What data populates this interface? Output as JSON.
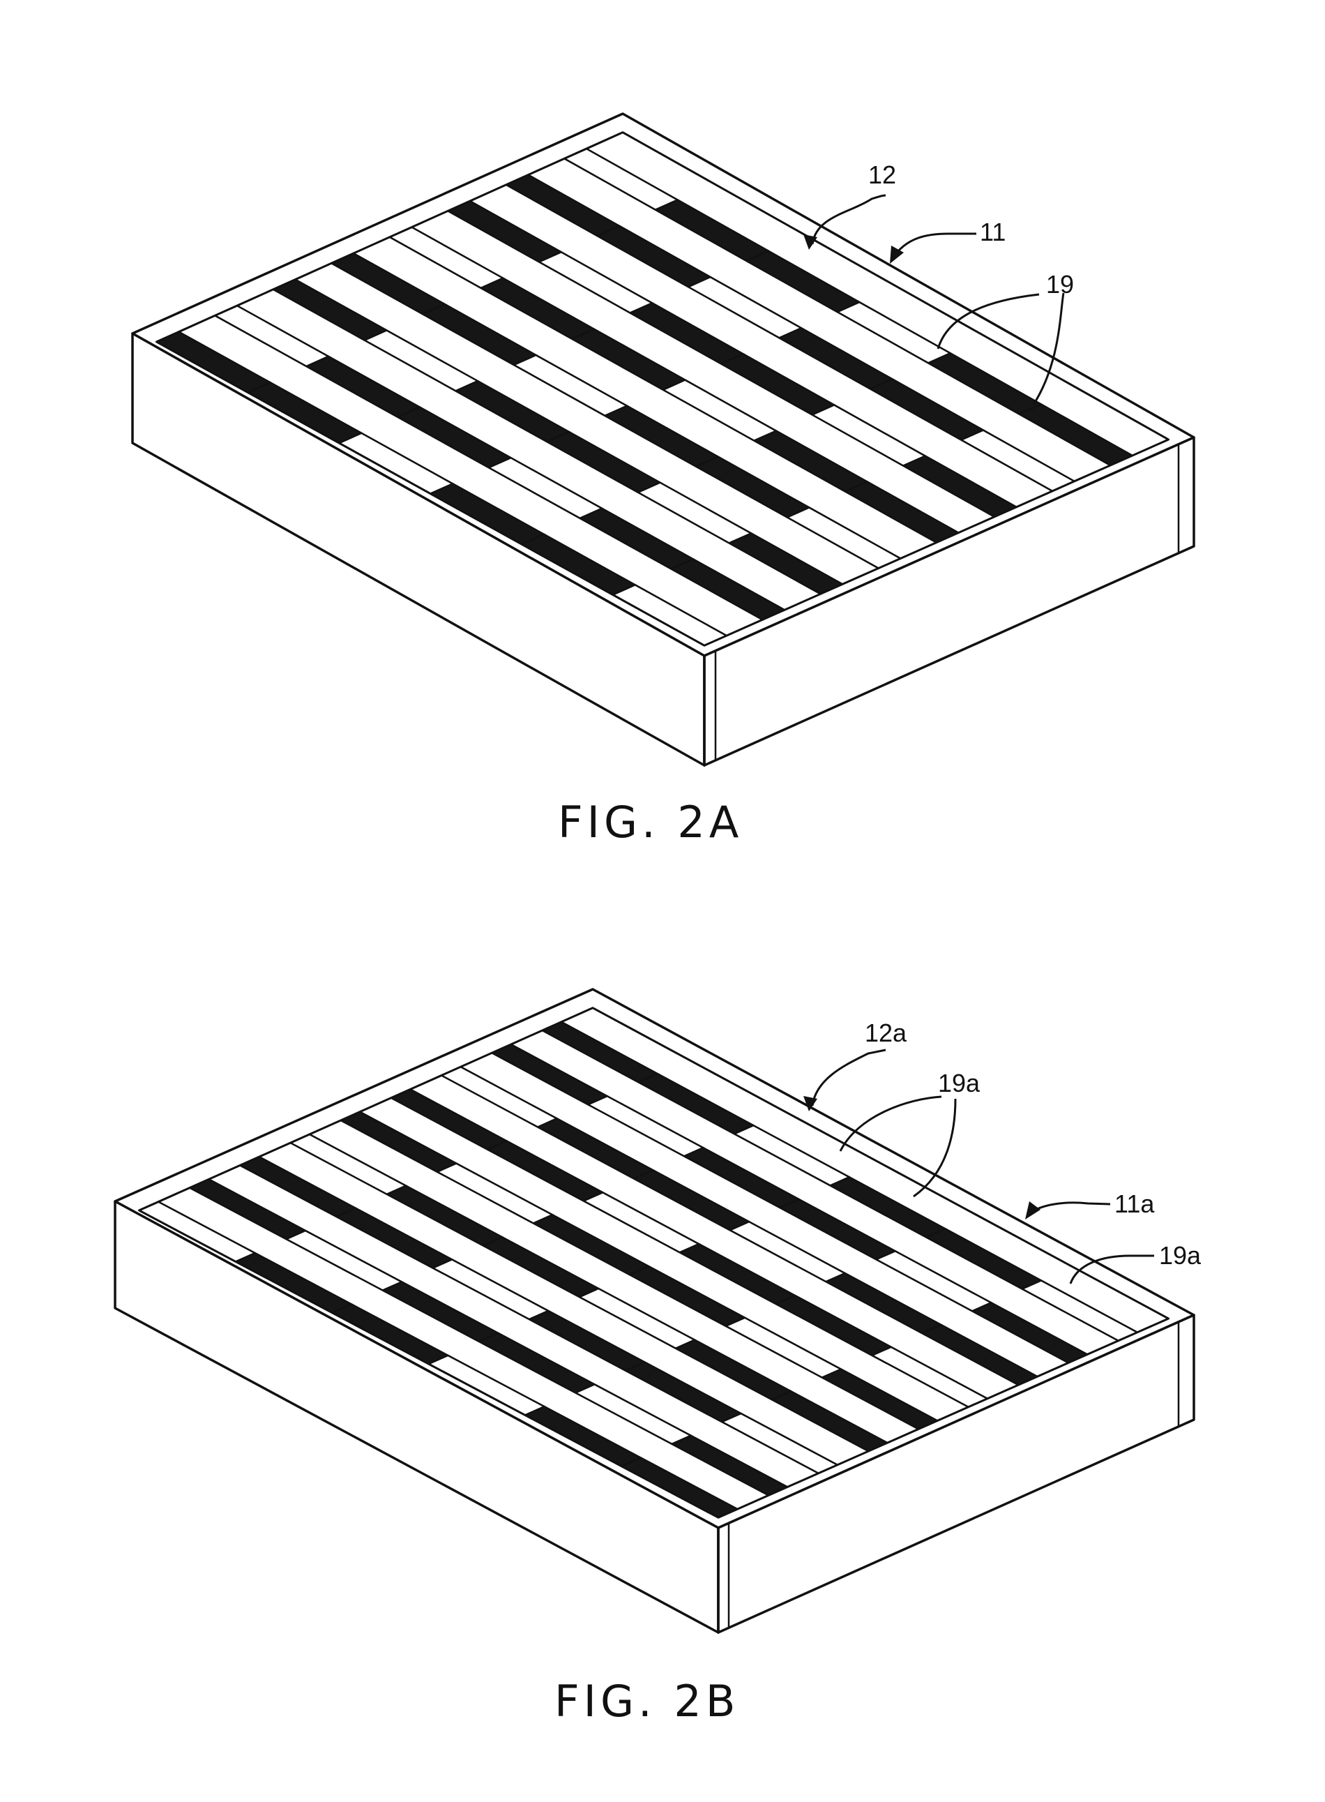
{
  "figures": [
    {
      "id": "2A",
      "caption": "FIG. 2A",
      "labels": {
        "box": "11",
        "side": "12",
        "separator_1": "19",
        "separator_2": ""
      }
    },
    {
      "id": "2B",
      "caption": "FIG. 2B",
      "labels": {
        "side": "12a",
        "separator_1": "19a",
        "box": "11a",
        "separator_2": "19a"
      }
    }
  ],
  "colors": {
    "line": "#111111",
    "fill_dark": "#161616",
    "background": "#ffffff"
  }
}
